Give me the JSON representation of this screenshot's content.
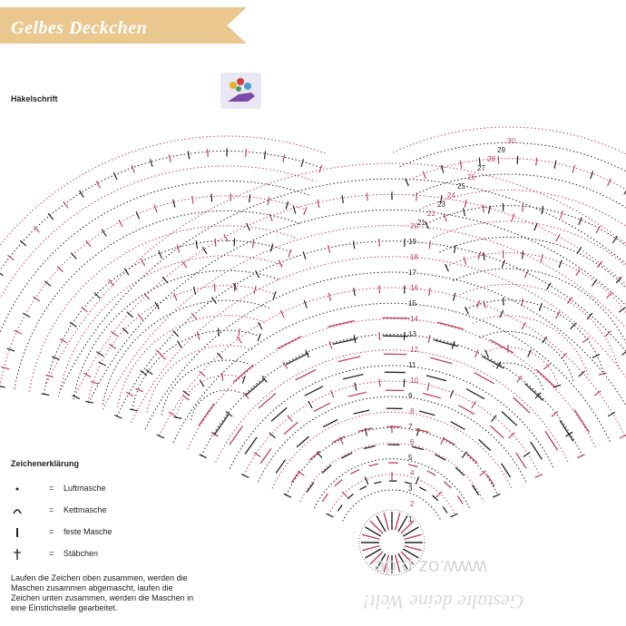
{
  "header": {
    "title": "Gelbes Deckchen"
  },
  "section": {
    "subtitle": "Häkelschrift"
  },
  "legend": {
    "title": "Zeichenerklärung",
    "items": [
      {
        "symbol": "dot-icon",
        "eq": "=",
        "label": "Luftmasche"
      },
      {
        "symbol": "arc-icon",
        "eq": "=",
        "label": "Kettmasche"
      },
      {
        "symbol": "single-crochet-icon",
        "eq": "=",
        "label": "feste Masche"
      },
      {
        "symbol": "double-crochet-icon",
        "eq": "=",
        "label": "Stäbchen"
      }
    ],
    "note": "Laufen die Zeichen oben zusammen, werden die Maschen zusammen abgemascht, laufen die Zeichen unten zusammen, werden die Maschen in eine Einstichstelle gearbeitet."
  },
  "diagram": {
    "round_numbers": [
      "1",
      "2",
      "3",
      "4",
      "5",
      "6",
      "7",
      "8",
      "9",
      "10",
      "11",
      "12",
      "13",
      "14",
      "15",
      "16",
      "17",
      "18",
      "19",
      "20",
      "21",
      "22",
      "23",
      "24",
      "25",
      "26",
      "27",
      "28",
      "29",
      "30"
    ],
    "colors": {
      "pink": "#c0405e",
      "dark": "#222222",
      "banner": "#e9c78f"
    }
  },
  "watermark": {
    "url": "www.oz",
    "url_end": "p.de",
    "slogan": "Gestalte deine Welt!"
  }
}
